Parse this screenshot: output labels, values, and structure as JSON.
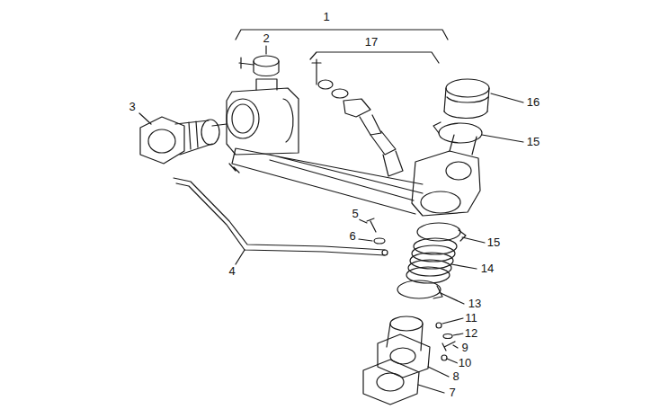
{
  "diagram": {
    "labels": [
      "1",
      "2",
      "17",
      "3",
      "16",
      "15",
      "5",
      "6",
      "15",
      "4",
      "14",
      "13",
      "11",
      "12",
      "9",
      "10",
      "8",
      "7"
    ]
  }
}
